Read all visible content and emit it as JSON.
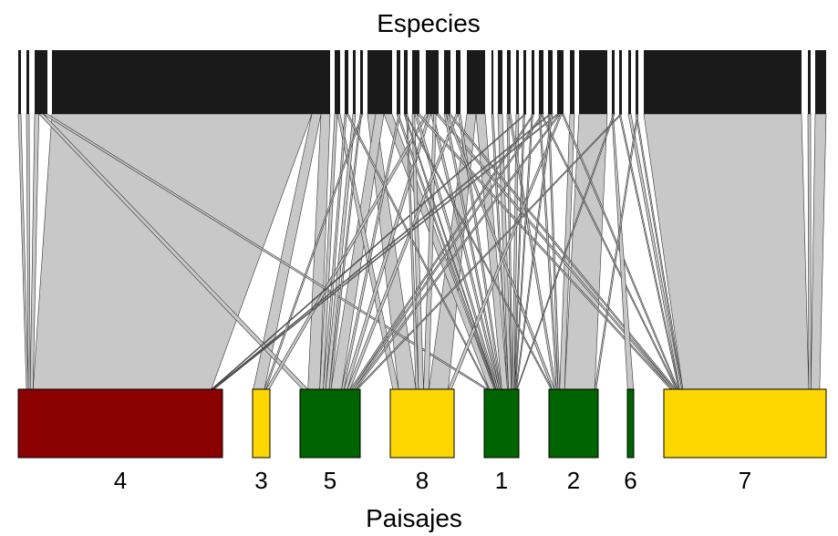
{
  "top_title": "Especies",
  "bottom_title": "Paisajes",
  "colors": {
    "species": "#1a1a1a",
    "link": "#c8c8c8",
    "link_stroke": "#333333"
  },
  "landscapes": [
    {
      "label": "4",
      "color": "#8B0000"
    },
    {
      "label": "3",
      "color": "#FFD700"
    },
    {
      "label": "5",
      "color": "#006400"
    },
    {
      "label": "8",
      "color": "#FFD700"
    },
    {
      "label": "1",
      "color": "#006400"
    },
    {
      "label": "2",
      "color": "#006400"
    },
    {
      "label": "6",
      "color": "#006400"
    },
    {
      "label": "7",
      "color": "#FFD700"
    }
  ],
  "links": [
    [
      0,
      "4"
    ],
    [
      1,
      "4"
    ],
    [
      2,
      "4"
    ],
    [
      2,
      "5"
    ],
    [
      2,
      "1"
    ],
    [
      3,
      "4"
    ],
    [
      3,
      "3"
    ],
    [
      3,
      "5"
    ],
    [
      4,
      "5"
    ],
    [
      4,
      "8"
    ],
    [
      5,
      "5"
    ],
    [
      5,
      "1"
    ],
    [
      6,
      "5"
    ],
    [
      7,
      "5"
    ],
    [
      7,
      "3"
    ],
    [
      8,
      "8"
    ],
    [
      8,
      "5"
    ],
    [
      8,
      "1"
    ],
    [
      9,
      "1"
    ],
    [
      9,
      "5"
    ],
    [
      10,
      "1"
    ],
    [
      10,
      "2"
    ],
    [
      10,
      "8"
    ],
    [
      11,
      "8"
    ],
    [
      11,
      "1"
    ],
    [
      11,
      "7"
    ],
    [
      12,
      "3"
    ],
    [
      12,
      "5"
    ],
    [
      12,
      "1"
    ],
    [
      12,
      "8"
    ],
    [
      12,
      "7"
    ],
    [
      13,
      "1"
    ],
    [
      13,
      "2"
    ],
    [
      13,
      "7"
    ],
    [
      14,
      "5"
    ],
    [
      14,
      "1"
    ],
    [
      15,
      "8"
    ],
    [
      15,
      "1"
    ],
    [
      16,
      "1"
    ],
    [
      17,
      "1"
    ],
    [
      18,
      "1"
    ],
    [
      18,
      "2"
    ],
    [
      19,
      "1"
    ],
    [
      20,
      "1"
    ],
    [
      20,
      "4"
    ],
    [
      21,
      "1"
    ],
    [
      21,
      "5"
    ],
    [
      22,
      "2"
    ],
    [
      22,
      "7"
    ],
    [
      22,
      "5"
    ],
    [
      23,
      "2"
    ],
    [
      23,
      "4"
    ],
    [
      23,
      "1"
    ],
    [
      24,
      "4"
    ],
    [
      24,
      "5"
    ],
    [
      24,
      "8"
    ],
    [
      24,
      "7"
    ],
    [
      25,
      "2"
    ],
    [
      26,
      "2"
    ],
    [
      27,
      "6"
    ],
    [
      27,
      "1"
    ],
    [
      28,
      "7"
    ],
    [
      28,
      "5"
    ],
    [
      29,
      "7"
    ],
    [
      30,
      "7"
    ],
    [
      30,
      "2"
    ],
    [
      31,
      "7"
    ],
    [
      32,
      "7"
    ],
    [
      33,
      "7"
    ]
  ]
}
